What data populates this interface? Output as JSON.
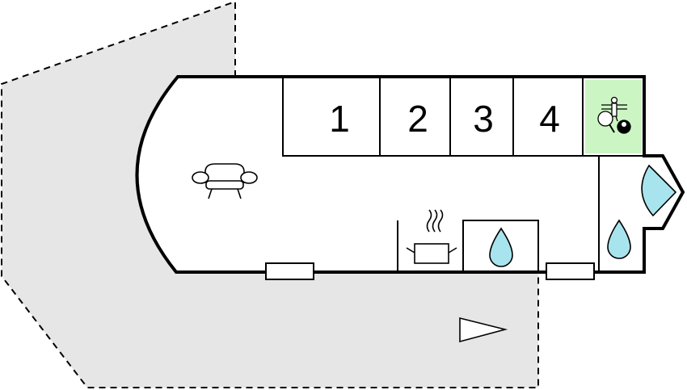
{
  "floorplan": {
    "rooms": [
      {
        "label": "1",
        "type": "bedroom"
      },
      {
        "label": "2",
        "type": "bedroom"
      },
      {
        "label": "3",
        "type": "bedroom"
      },
      {
        "label": "4",
        "type": "bedroom"
      }
    ],
    "icons": {
      "living": "sofa-icon",
      "kitchen": "cooking-pot-icon",
      "bath_main": "water-drop-icon",
      "bath_annex": "water-drop-icon",
      "activity": "table-tennis-foosball-billiard-icon",
      "pool": "pool-icon",
      "entrance": "entrance-arrow-icon"
    },
    "colors": {
      "terrace_fill": "#e6e6e6",
      "wall": "#000000",
      "water": "#a8e4ee",
      "activity_room": "#ccf5c4"
    }
  }
}
